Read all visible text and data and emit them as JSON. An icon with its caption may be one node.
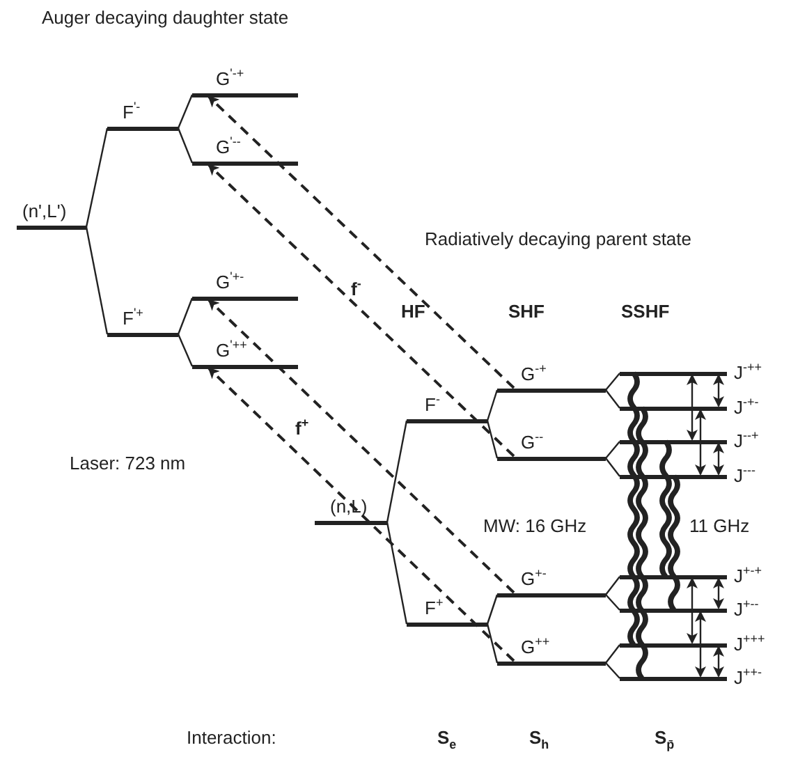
{
  "diagram": {
    "nodes": [
      {
        "text": [
          "(n',L')"
        ]
      },
      {
        "text": [
          "F$^{'-}$"
        ]
      },
      {
        "text": [
          "G$^{'-+}$"
        ]
      },
      {
        "text": [
          "G$^{'--}$"
        ]
      },
      {
        "text": [
          "F$^{'+}$"
        ]
      },
      {
        "text": [
          "G$^{'+-}$"
        ]
      },
      {
        "text": [
          "G$^{'++}$"
        ]
      },
      {
        "text": [
          "(n,L)"
        ]
      },
      {
        "text": [
          "F$^{-}$"
        ]
      },
      {
        "text": [
          "G$^{-+}$"
        ]
      },
      {
        "text": [
          "J$^{-++}$"
        ]
      },
      {
        "text": [
          "J$^{-+-}$"
        ]
      },
      {
        "text": [
          "G$^{--}$"
        ]
      },
      {
        "text": [
          "J$^{--+}$"
        ]
      },
      {
        "text": [
          "J$^{---}$"
        ]
      },
      {
        "text": [
          "F$^{+}$"
        ]
      },
      {
        "text": [
          "G$^{+-}$"
        ]
      },
      {
        "text": [
          "J$^{+-+}$"
        ]
      },
      {
        "text": [
          "J$^{+--}$"
        ]
      },
      {
        "text": [
          "G$^{++}$"
        ]
      },
      {
        "text": [
          "J$^{+++}$"
        ]
      },
      {
        "text": [
          "J$^{++-}$"
        ]
      }
    ],
    "edges": [
      {
        "from": 0,
        "to": 1,
        "arrow": "none"
      },
      {
        "from": 0,
        "to": 4,
        "arrow": "none"
      },
      {
        "from": 1,
        "to": 2,
        "arrow": "none"
      },
      {
        "from": 1,
        "to": 3,
        "arrow": "none"
      },
      {
        "from": 4,
        "to": 5,
        "arrow": "none"
      },
      {
        "from": 4,
        "to": 6,
        "arrow": "none"
      },
      {
        "from": 7,
        "to": 8,
        "arrow": "none"
      },
      {
        "from": 7,
        "to": 15,
        "arrow": "none"
      },
      {
        "from": 8,
        "to": 9,
        "arrow": "none"
      },
      {
        "from": 8,
        "to": 12,
        "arrow": "none"
      },
      {
        "from": 9,
        "to": 10,
        "arrow": "none"
      },
      {
        "from": 9,
        "to": 11,
        "arrow": "none"
      },
      {
        "from": 12,
        "to": 13,
        "arrow": "none"
      },
      {
        "from": 12,
        "to": 14,
        "arrow": "none"
      },
      {
        "from": 15,
        "to": 16,
        "arrow": "none"
      },
      {
        "from": 15,
        "to": 19,
        "arrow": "none"
      },
      {
        "from": 16,
        "to": 17,
        "arrow": "none"
      },
      {
        "from": 16,
        "to": 18,
        "arrow": "none"
      },
      {
        "from": 19,
        "to": 20,
        "arrow": "none"
      },
      {
        "from": 19,
        "to": 21,
        "arrow": "none"
      },
      {
        "from": 9,
        "to": 2,
        "arrow": "to",
        "style": "dashed"
      },
      {
        "from": 12,
        "to": 3,
        "arrow": "to",
        "style": "dashed"
      },
      {
        "from": 16,
        "to": 5,
        "arrow": "to",
        "style": "dashed"
      },
      {
        "from": 19,
        "to": 6,
        "arrow": "to",
        "style": "dashed"
      },
      {
        "from": 10,
        "to": 20,
        "arrow": "none",
        "style": "thick"
      },
      {
        "from": 11,
        "to": 21,
        "arrow": "none",
        "style": "thick"
      },
      {
        "from": 13,
        "to": 17,
        "arrow": "none",
        "style": "thick"
      },
      {
        "from": 14,
        "to": 18,
        "arrow": "none",
        "style": "thick"
      },
      {
        "from": 10,
        "to": 11,
        "arrow": "both"
      },
      {
        "from": 10,
        "to": 13,
        "arrow": "both"
      },
      {
        "from": 11,
        "to": 14,
        "arrow": "both"
      },
      {
        "from": 13,
        "to": 14,
        "arrow": "both"
      },
      {
        "from": 17,
        "to": 18,
        "arrow": "both"
      },
      {
        "from": 17,
        "to": 20,
        "arrow": "both"
      },
      {
        "from": 18,
        "to": 21,
        "arrow": "both"
      },
      {
        "from": 20,
        "to": 21,
        "arrow": "both"
      }
    ],
    "labels": [
      "Auger decaying daughter state",
      "Radiatively decaying parent state",
      "f$^{-}$",
      "HF",
      "SHF",
      "SSHF",
      "f$^{+}$",
      "Laser: 723 nm",
      "MW: 16 GHz",
      "11 GHz",
      "Interaction:",
      "S$_{e}$",
      "S$_{h}$",
      "S$_{p̄}$"
    ]
  }
}
